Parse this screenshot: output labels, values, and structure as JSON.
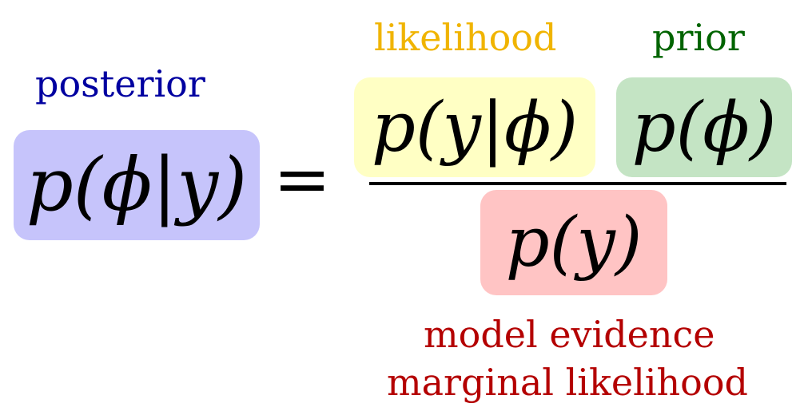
{
  "labels": {
    "posterior": "posterior",
    "likelihood": "likelihood",
    "prior": "prior",
    "evidence_line1": "model evidence",
    "evidence_line2": "marginal likelihood"
  },
  "formula": {
    "posterior_expr": "p(ϕ|y)",
    "likelihood_expr": "p(y|ϕ)",
    "prior_expr": "p(ϕ)",
    "evidence_expr": "p(y)",
    "equals": "="
  },
  "colors": {
    "posterior_label": "#0000a0",
    "posterior_box": "#c6c4fb",
    "likelihood_label": "#f0b400",
    "likelihood_box": "#ffffc4",
    "prior_label": "#006400",
    "prior_box": "#c4e4c4",
    "evidence_label": "#b40000",
    "evidence_box": "#ffc4c4"
  }
}
